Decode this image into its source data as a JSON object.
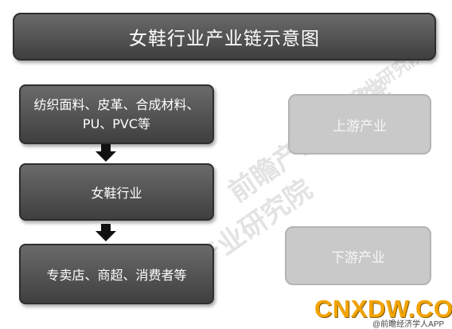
{
  "title": "女鞋行业产业链示意图",
  "chain": {
    "materials_line1": "纺织面料、皮革、合成材料、",
    "materials_line2": "PU、PVC等",
    "industry": "女鞋行业",
    "retail": "专卖店、商超、消费者等"
  },
  "side": {
    "upstream": "上游产业",
    "downstream": "下游产业"
  },
  "watermark": {
    "logo_text": "CNXDW.COM",
    "footer_text": "@前瞻经济学人APP"
  }
}
